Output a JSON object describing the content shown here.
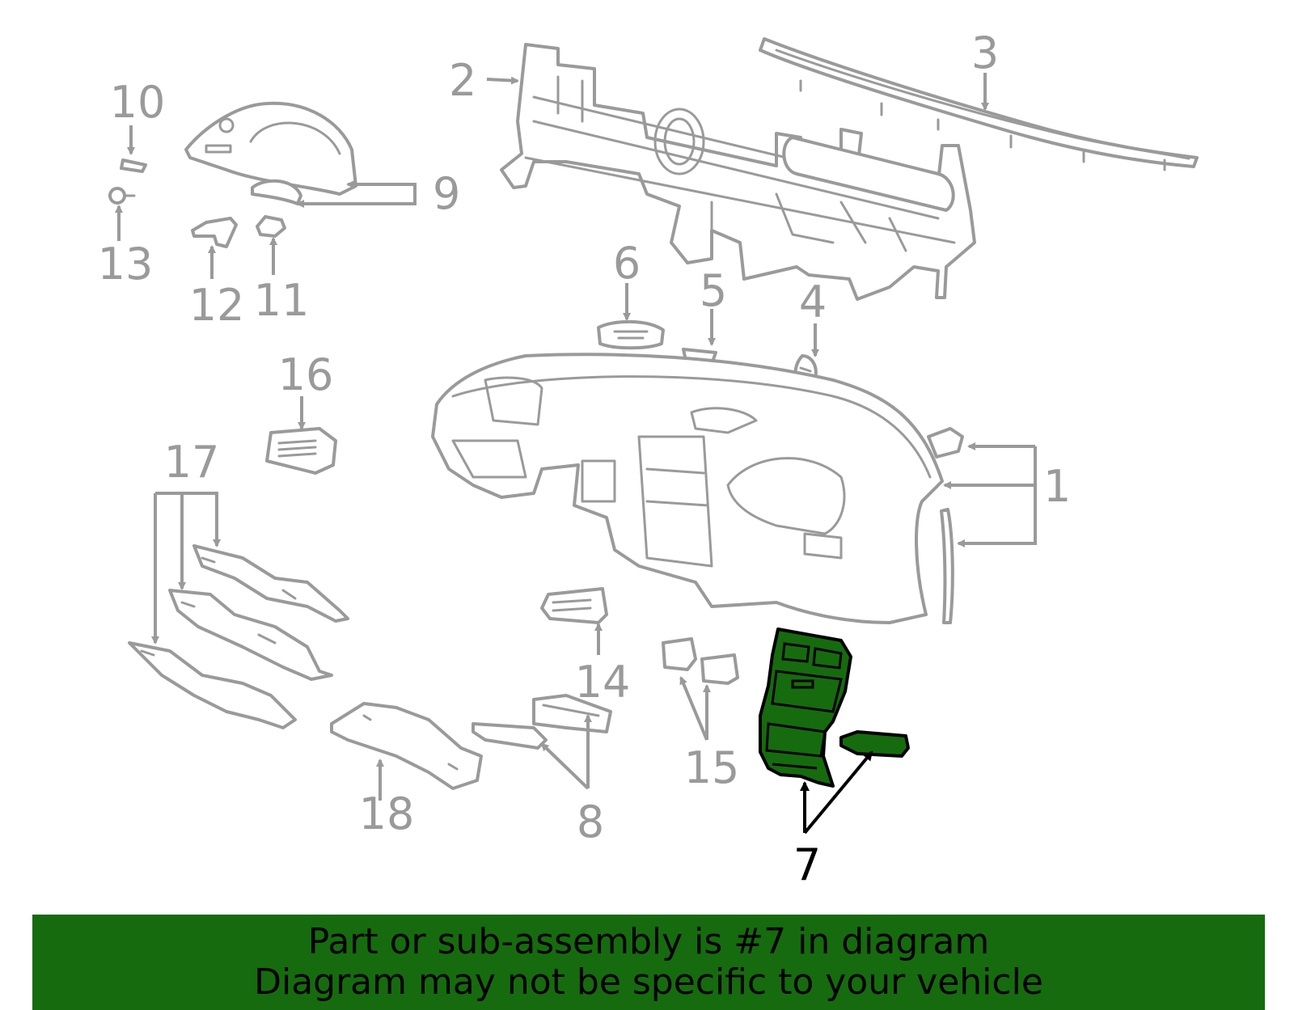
{
  "diagram": {
    "callouts": [
      "1",
      "2",
      "3",
      "4",
      "5",
      "6",
      "7",
      "8",
      "9",
      "10",
      "11",
      "12",
      "13",
      "14",
      "15",
      "16",
      "17",
      "18"
    ],
    "highlighted_part": "7"
  },
  "banner": {
    "line1": "Part or sub-assembly is #7 in diagram",
    "line2": "Diagram may not be specific to your vehicle",
    "background": "#166b0e",
    "text_color": "#000000"
  },
  "colors": {
    "line_art": "#9a9a9a",
    "highlight": "#166b0e"
  }
}
